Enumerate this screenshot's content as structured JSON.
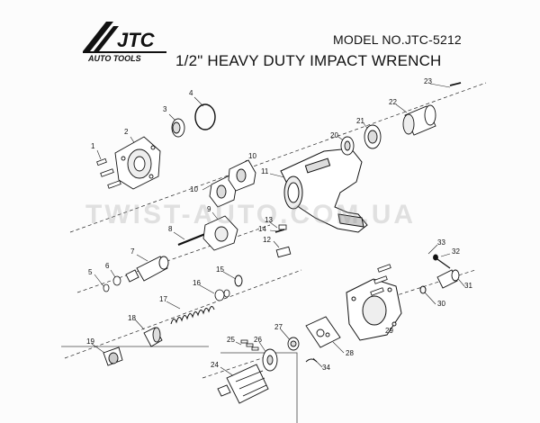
{
  "header": {
    "brand": "JTC",
    "brand_sub": "AUTO TOOLS",
    "model": "MODEL NO.JTC-5212",
    "title": "1/2\" HEAVY DUTY  IMPACT WRENCH"
  },
  "watermark": "TWIST-AUTO.COM.UA",
  "callouts": [
    "1",
    "2",
    "3",
    "4",
    "5",
    "6",
    "7",
    "8",
    "9",
    "10",
    "10",
    "11",
    "12",
    "13",
    "14",
    "15",
    "16",
    "17",
    "18",
    "19",
    "20",
    "21",
    "22",
    "23",
    "24",
    "25",
    "26",
    "27",
    "28",
    "29",
    "30",
    "31",
    "32",
    "33",
    "34"
  ],
  "colors": {
    "ink": "#111111",
    "paper": "#fcfcfc",
    "watermark": "#969696"
  }
}
